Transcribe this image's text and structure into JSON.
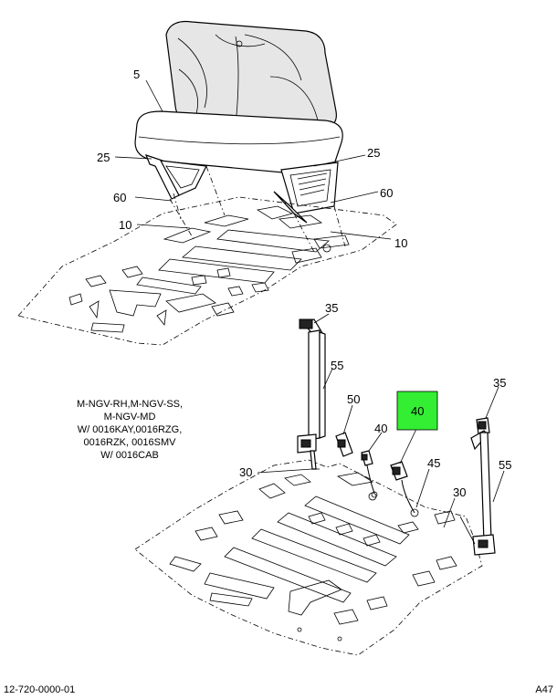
{
  "diagram": {
    "callouts": {
      "seat": "5",
      "bracket_left": "25",
      "bracket_right": "25",
      "bolt_left": "60",
      "bolt_right": "60",
      "nut_left": "10",
      "nut_right": "10",
      "retractor_left": "35",
      "retractor_right": "35",
      "belt_left": "55",
      "belt_right": "55",
      "buckle": "50",
      "sensor_harness": "40",
      "sensor_harness_highlight": "40",
      "grommet": "45",
      "floor_left": "30",
      "floor_right": "30"
    },
    "applicability_note": [
      "M-NGV-RH,M-NGV-SS,",
      "M-NGV-MD",
      "W/ 0016KAY,0016RZG,",
      "0016RZK, 0016SMV",
      "W/ 0016CAB"
    ],
    "highlight_color": "#33ee33",
    "footer_left": "12-720-0000-01",
    "footer_right": "A47"
  }
}
